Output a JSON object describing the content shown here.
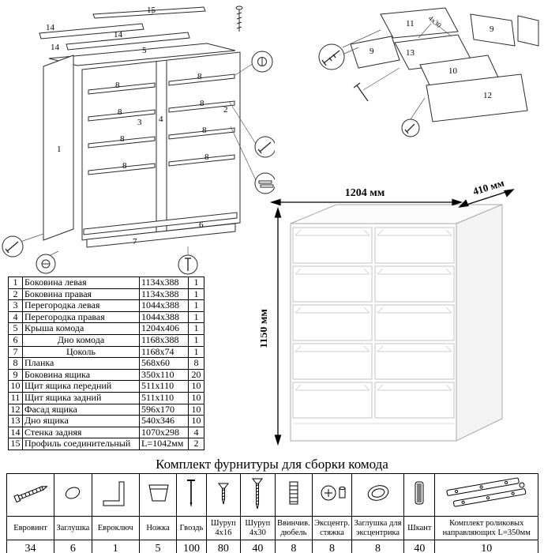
{
  "sheet": {
    "hardware_title": "Комплект фурнитуры для сборки комода"
  },
  "exploded_labels": {
    "n1": "1",
    "n2": "2",
    "n3": "3",
    "n4": "4",
    "n5": "5",
    "n6": "6",
    "n7": "7",
    "n8": "8",
    "n14": "14",
    "n15": "15"
  },
  "drawer_labels": {
    "n9": "9",
    "n10": "10",
    "n11": "11",
    "n12": "12",
    "n13": "13",
    "screw_size": "4x30"
  },
  "product_view": {
    "width_label": "1204 мм",
    "depth_label": "410 мм",
    "height_label": "1150 мм"
  },
  "parts_table": {
    "rows": [
      {
        "num": "1",
        "name": "Боковина левая",
        "size": "1134x388",
        "qty": "1"
      },
      {
        "num": "2",
        "name": "Боковина правая",
        "size": "1134x388",
        "qty": "1"
      },
      {
        "num": "3",
        "name": "Перегородка левая",
        "size": "1044x388",
        "qty": "1"
      },
      {
        "num": "4",
        "name": "Перегородка правая",
        "size": "1044x388",
        "qty": "1"
      },
      {
        "num": "5",
        "name": "Крыша комода",
        "size": "1204x406",
        "qty": "1"
      },
      {
        "num": "6",
        "name": "Дно комода",
        "size": "1168x388",
        "qty": "1"
      },
      {
        "num": "7",
        "name": "Цоколь",
        "size": "1168x74",
        "qty": "1"
      },
      {
        "num": "8",
        "name": "Планка",
        "size": "568x60",
        "qty": "8"
      },
      {
        "num": "9",
        "name": "Боковина ящика",
        "size": "350x110",
        "qty": "20"
      },
      {
        "num": "10",
        "name": "Щит ящика передний",
        "size": "511x110",
        "qty": "10"
      },
      {
        "num": "11",
        "name": "Щит ящика задний",
        "size": "511x110",
        "qty": "10"
      },
      {
        "num": "12",
        "name": "Фасад ящика",
        "size": "596x170",
        "qty": "10"
      },
      {
        "num": "13",
        "name": "Дно ящика",
        "size": "540x346",
        "qty": "10"
      },
      {
        "num": "14",
        "name": "Стенка задняя",
        "size": "1070x298",
        "qty": "4"
      },
      {
        "num": "15",
        "name": "Профиль соединительный",
        "size": "L=1042мм",
        "qty": "2"
      }
    ]
  },
  "hardware": {
    "items": [
      {
        "name": "Евровинт",
        "qty": "34"
      },
      {
        "name": "Заглушка",
        "qty": "6"
      },
      {
        "name": "Евроключ",
        "qty": "1"
      },
      {
        "name": "Ножка",
        "qty": "5"
      },
      {
        "name": "Гвоздь",
        "qty": "100"
      },
      {
        "name": "Шуруп 4x16",
        "qty": "80"
      },
      {
        "name": "Шуруп 4x30",
        "qty": "40"
      },
      {
        "name": "Ввинчив. дюбель",
        "qty": "8"
      },
      {
        "name": "Эксцентр. стяжка",
        "qty": "8"
      },
      {
        "name": "Заглушка для эксцентрика",
        "qty": "8"
      },
      {
        "name": "Шкант",
        "qty": "40"
      },
      {
        "name": "Комплект роликовых направляющих L=350мм",
        "qty": "10"
      }
    ]
  }
}
